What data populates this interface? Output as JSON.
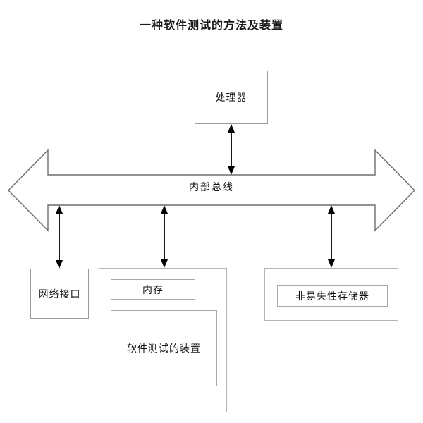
{
  "diagram": {
    "title": "一种软件测试的方法及装置",
    "type": "block-diagram",
    "nodes": {
      "processor": {
        "label": "处理器",
        "name": "processor-box"
      },
      "bus": {
        "label": "内部总线",
        "name": "internal-bus"
      },
      "network_interface": {
        "label": "网络接口",
        "name": "network-interface-box"
      },
      "memory_container": {
        "label": "",
        "name": "memory-container"
      },
      "memory": {
        "label": "内存",
        "name": "memory-box"
      },
      "test_apparatus": {
        "label": "软件测试的装置",
        "name": "software-test-apparatus-box"
      },
      "nvm_container": {
        "label": "",
        "name": "nonvolatile-memory-container"
      },
      "nvm": {
        "label": "非易失性存储器",
        "name": "nonvolatile-memory-box"
      }
    },
    "connectors": [
      {
        "name": "processor-bus-connector",
        "from": "processor",
        "to": "bus",
        "style": "double-arrow"
      },
      {
        "name": "network-bus-connector",
        "from": "bus",
        "to": "network_interface",
        "style": "double-arrow"
      },
      {
        "name": "memory-bus-connector",
        "from": "bus",
        "to": "memory_container",
        "style": "double-arrow"
      },
      {
        "name": "nvm-bus-connector",
        "from": "bus",
        "to": "nvm_container",
        "style": "double-arrow"
      }
    ],
    "colors": {
      "background": "#ffffff",
      "stroke": "#9a9a9a",
      "arrow": "#000000",
      "text": "#111111"
    }
  }
}
